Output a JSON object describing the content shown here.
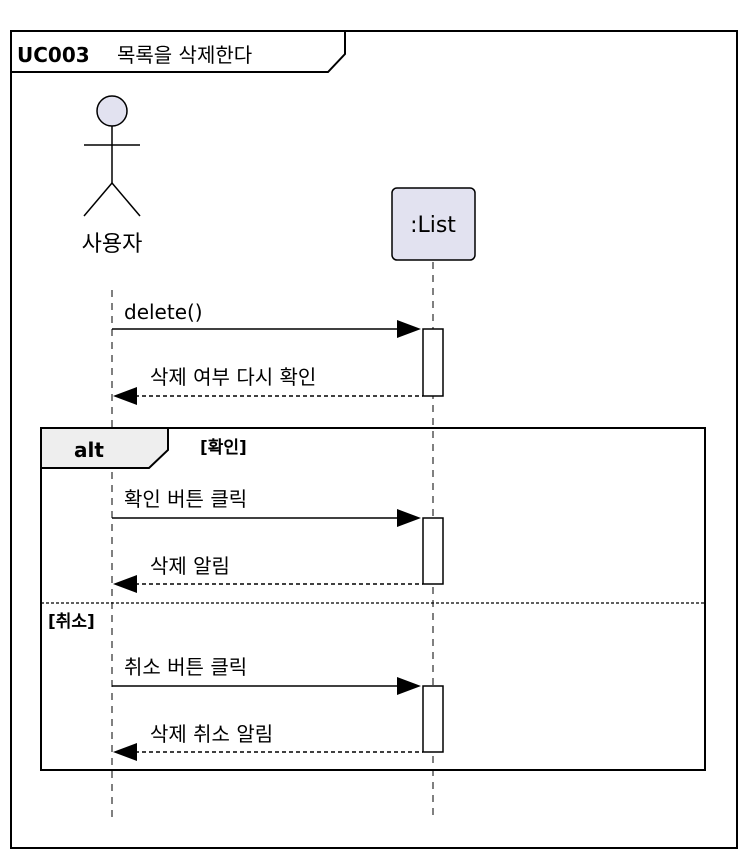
{
  "frame": {
    "id": "UC003",
    "title": "목록을 삭제한다"
  },
  "participants": [
    {
      "type": "actor",
      "label": "사용자"
    },
    {
      "type": "participant",
      "label": ":List"
    }
  ],
  "messages": [
    {
      "label": "delete()",
      "kind": "call"
    },
    {
      "label": "삭제 여부 다시 확인",
      "kind": "return"
    }
  ],
  "alt": {
    "keyword": "alt",
    "sections": [
      {
        "guard": "[확인]",
        "messages": [
          {
            "label": "확인 버튼 클릭",
            "kind": "call"
          },
          {
            "label": "삭제 알림",
            "kind": "return"
          }
        ]
      },
      {
        "guard": "[취소]",
        "messages": [
          {
            "label": "취소 버튼 클릭",
            "kind": "call"
          },
          {
            "label": "삭제 취소 알림",
            "kind": "return"
          }
        ]
      }
    ]
  },
  "colors": {
    "participant_fill": "#E2E2F0",
    "actor_fill": "#E2E2F0",
    "alt_header_fill": "#EEEEEE",
    "line": "#000000"
  }
}
